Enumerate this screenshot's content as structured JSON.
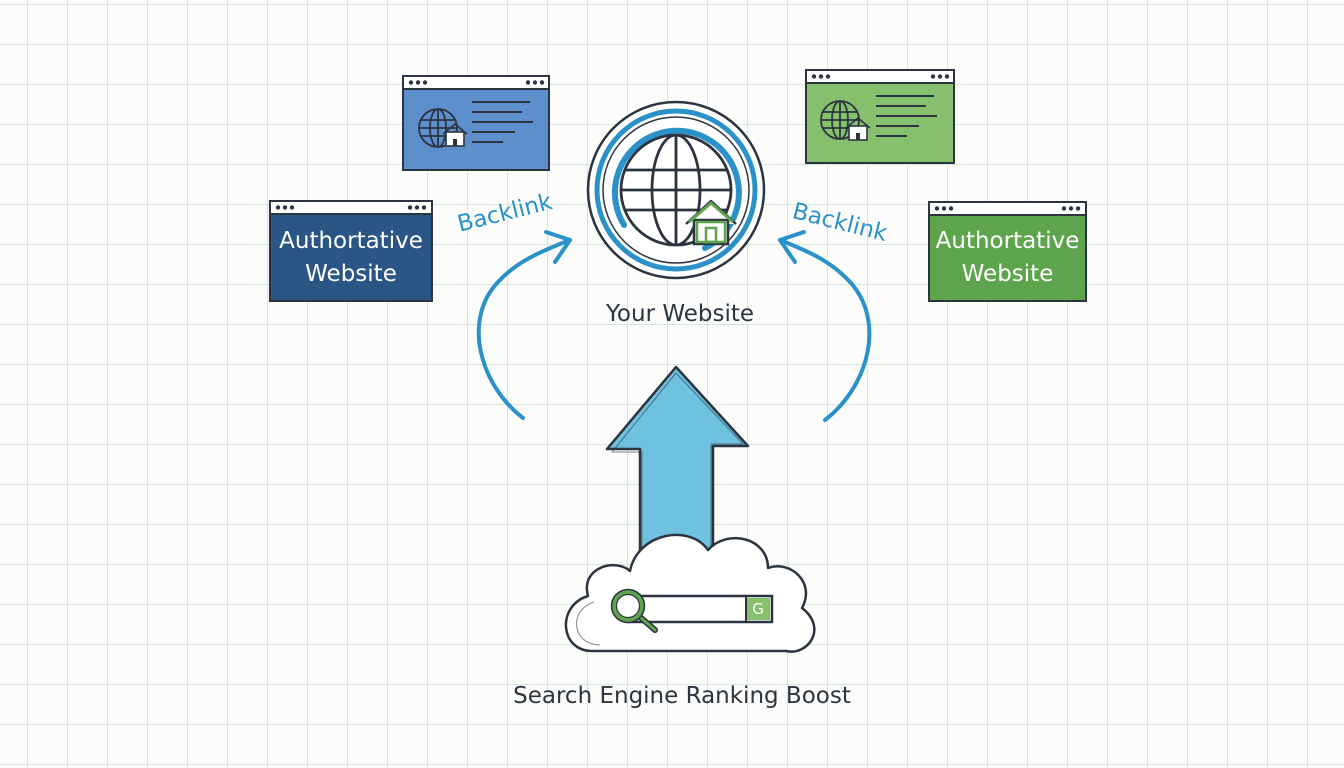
{
  "diagram": {
    "center_label": "Your Website",
    "backlink_left": "Backlink",
    "backlink_right": "Backlink",
    "auth_left": "Authortative\nWebsite",
    "auth_right": "Authortative\nWebsite",
    "bottom_label": "Search Engine Ranking Boost",
    "search_badge": "G"
  },
  "colors": {
    "blue_dark": "#2a5584",
    "blue_light": "#5c8fcb",
    "green_dark": "#5ea44d",
    "green_light": "#86c06d",
    "accent_blue": "#2a92c9",
    "arrow_fill": "#6ec2e0",
    "ink": "#2c3440"
  }
}
